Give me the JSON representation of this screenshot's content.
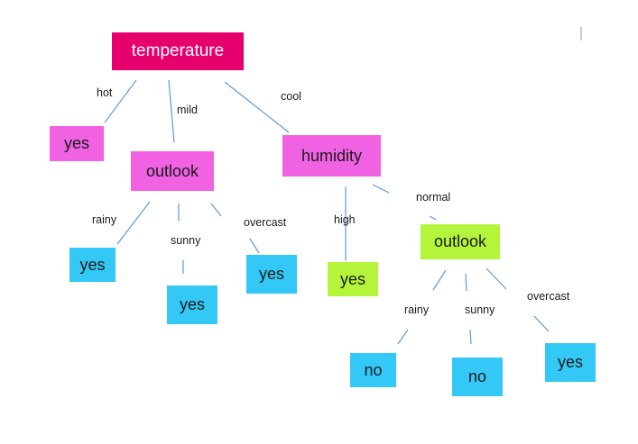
{
  "colors": {
    "root": "#e6006e",
    "internal": "#f062e2",
    "leaf_pink": "#f062e2",
    "leaf_blue": "#33c8f5",
    "leaf_green": "#b4f53c",
    "internal_green": "#b4f53c",
    "edge": "#5b9bd5"
  },
  "nodes": {
    "temperature": "temperature",
    "hot_yes": "yes",
    "outlook_mild": "outlook",
    "humidity": "humidity",
    "mild_rainy_yes": "yes",
    "mild_sunny_yes": "yes",
    "mild_overcast_yes": "yes",
    "high_yes": "yes",
    "outlook_normal": "outlook",
    "normal_rainy_no": "no",
    "normal_sunny_no": "no",
    "normal_overcast_yes": "yes"
  },
  "edge_labels": {
    "hot": "hot",
    "mild": "mild",
    "cool": "cool",
    "mild_rainy": "rainy",
    "mild_sunny": "sunny",
    "mild_overcast": "overcast",
    "high": "high",
    "normal": "normal",
    "normal_rainy": "rainy",
    "normal_sunny": "sunny",
    "normal_overcast": "overcast"
  }
}
